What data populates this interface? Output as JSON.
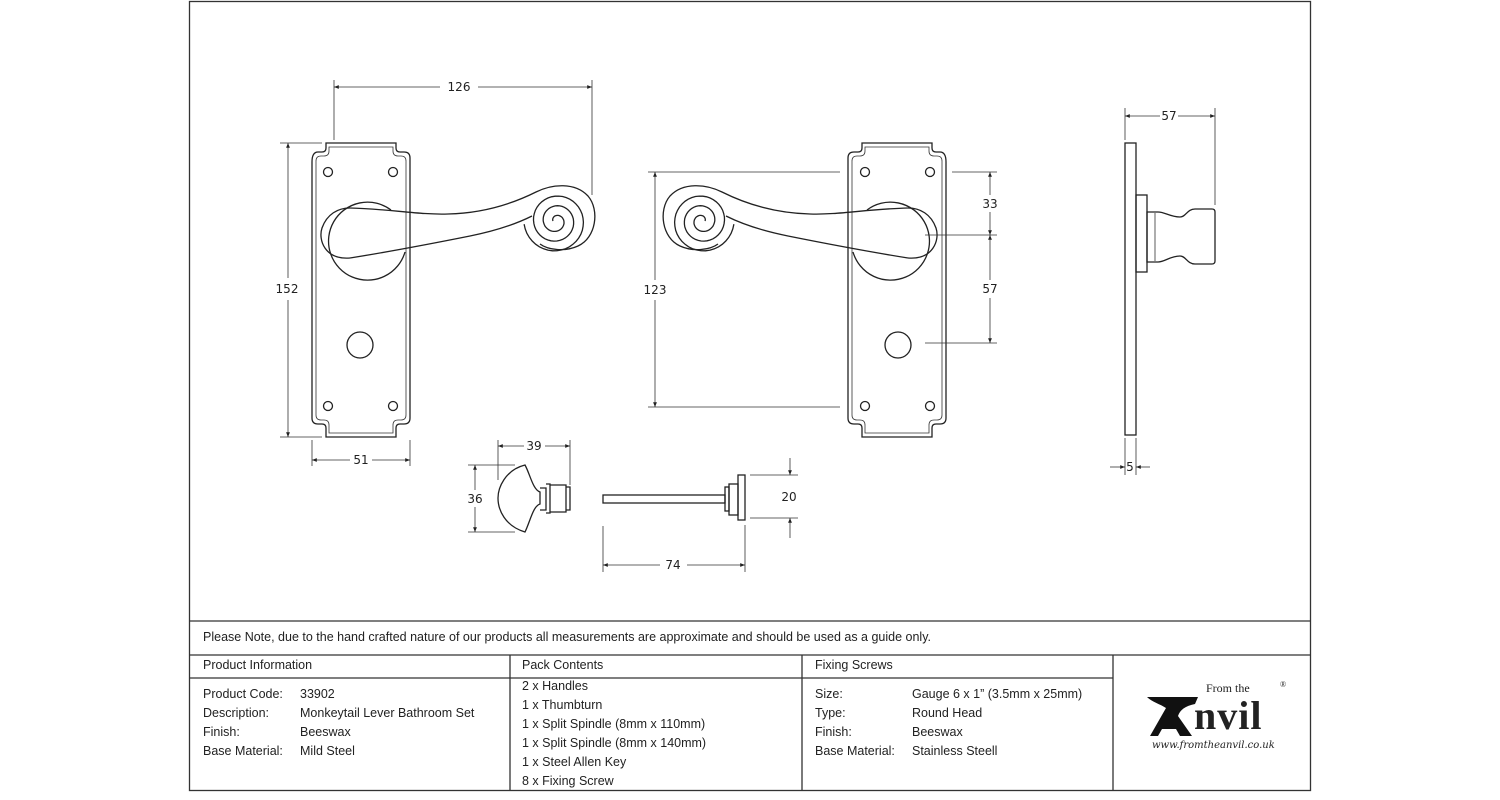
{
  "dimensions": {
    "handle_width": "126",
    "backplate_height": "152",
    "backplate_width": "51",
    "lever_height": "123",
    "rose_offset": "33",
    "spindle_to_turn": "57",
    "projection": "57",
    "plate_thickness": "5",
    "thumbturn_length": "39",
    "thumbturn_height": "36",
    "release_diameter": "20",
    "release_length": "74"
  },
  "note": "Please Note, due to the hand crafted nature of our products all measurements are approximate and should be used as a guide only.",
  "product_info": {
    "header": "Product Information",
    "rows": [
      {
        "label": "Product Code:",
        "value": "33902"
      },
      {
        "label": "Description:",
        "value": "Monkeytail Lever Bathroom Set"
      },
      {
        "label": "Finish:",
        "value": "Beeswax"
      },
      {
        "label": "Base Material:",
        "value": "Mild Steel"
      }
    ]
  },
  "pack_contents": {
    "header": "Pack Contents",
    "items": [
      "2 x Handles",
      "1 x Thumbturn",
      "1 x Split Spindle (8mm x 110mm)",
      "1 x Split Spindle (8mm x 140mm)",
      "1 x Steel Allen Key",
      "8 x Fixing Screw"
    ]
  },
  "fixing_screws": {
    "header": "Fixing Screws",
    "rows": [
      {
        "label": "Size:",
        "value": "Gauge 6 x 1” (3.5mm x 25mm)"
      },
      {
        "label": "Type:",
        "value": "Round Head"
      },
      {
        "label": "Finish:",
        "value": "Beeswax"
      },
      {
        "label": "Base Material:",
        "value": "Stainless Steell"
      }
    ]
  },
  "logo": {
    "from_the": "From the",
    "brand": "nvil",
    "registered": "®",
    "url": "www.fromtheanvil.co.uk"
  }
}
